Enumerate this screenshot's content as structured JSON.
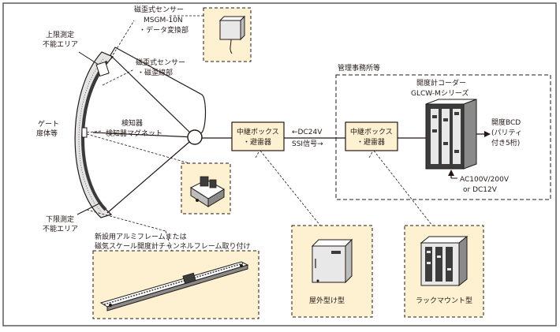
{
  "colors": {
    "frame": "#5b5b5b",
    "line": "#231815",
    "box_fill": "#fdf1d2",
    "panel_fill": "#fdf1d2",
    "gate_fill": "#e4e4e4",
    "gate_scale": "#3a3a3a",
    "device_dark": "#3c3c3c",
    "device_light": "#e8e8e8"
  },
  "labels": {
    "sensor_top_1": "磁歪式センサー",
    "sensor_top_2": "MSGM-10N",
    "sensor_top_3": "・データ変換部",
    "upper_1": "上限測定",
    "upper_2": "不能エリア",
    "sensor_mid_1": "磁歪式センサー",
    "sensor_mid_2": "・磁歪線部",
    "gate_1": "ゲート",
    "gate_2": "扉体等",
    "detector_1": "検知器",
    "detector_2": "検知器マグネット",
    "lower_1": "下限測定",
    "lower_2": "不能エリア",
    "frame_note_1": "新設用アルミフレームまたは",
    "frame_note_2": "磁気スケール開度計チャンネルフレーム取り付け",
    "relay1_1": "中継ボックス",
    "relay1_2": "・避雷器",
    "dc24v": "←DC24V",
    "ssi": "SSI信号→",
    "office": "管理事務所等",
    "relay2_1": "中継ボックス",
    "relay2_2": "・避雷器",
    "recorder_1": "開度計コーダー",
    "recorder_2": "GLCW-Mシリーズ",
    "bcd_1": "開度BCD",
    "bcd_2": "(パリティ",
    "bcd_3": "付き5桁)",
    "power_1": "AC100V/200V",
    "power_2": "or DC12V",
    "outdoor": "屋外型け型",
    "rack": "ラックマウント型"
  },
  "icons": {
    "sensor_unit": "magnetostrictive-sensor-unit",
    "detector": "detector-magnet-unit",
    "frame_rail": "aluminum-frame-rail",
    "recorder": "opening-recorder-device",
    "outdoor_box": "outdoor-enclosure",
    "rack_unit": "rack-mount-unit"
  }
}
